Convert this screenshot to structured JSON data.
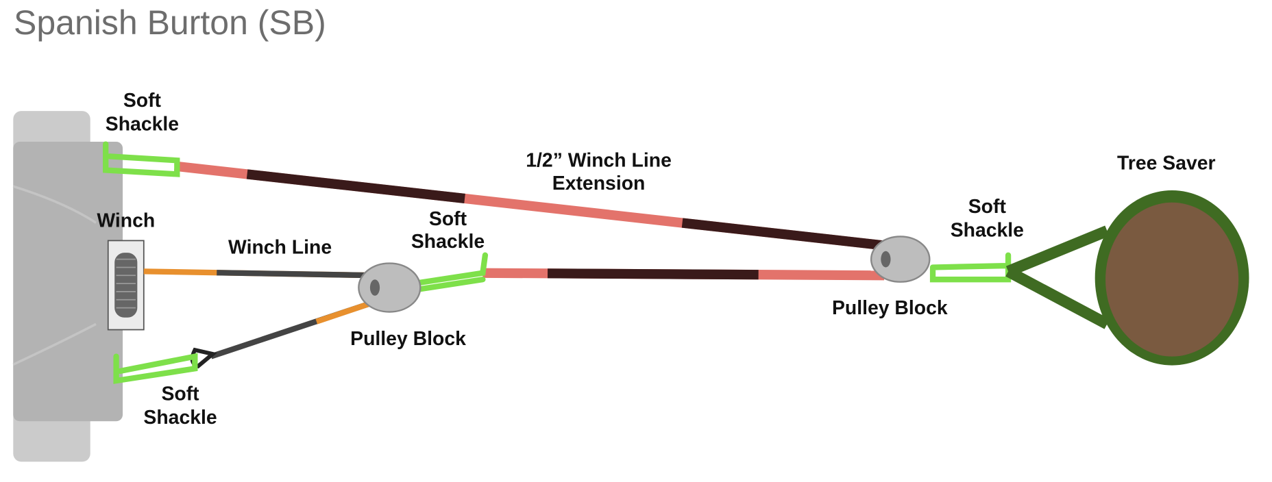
{
  "title": "Spanish Burton (SB)",
  "labels": {
    "soft_shackle_top": [
      "Soft",
      "Shackle"
    ],
    "winch": "Winch",
    "winch_line": "Winch Line",
    "soft_shackle_mid": [
      "Soft",
      "Shackle"
    ],
    "extension": [
      "1/2” Winch Line",
      "Extension"
    ],
    "tree_saver": "Tree Saver",
    "soft_shackle_right": [
      "Soft",
      "Shackle"
    ],
    "pulley_block_right": "Pulley Block",
    "pulley_block_left": "Pulley Block",
    "soft_shackle_bottom": [
      "Soft",
      "Shackle"
    ]
  },
  "colors": {
    "shackle": "#7ee04a",
    "extension_light": "#e3736b",
    "extension_dark": "#3a1a1a",
    "winch_line_orange": "#e8902e",
    "winch_line_dark": "#444444",
    "tree_trunk": "#7a5a40",
    "tree_saver": "#3f6b22",
    "vehicle": "#c4c4c4"
  }
}
